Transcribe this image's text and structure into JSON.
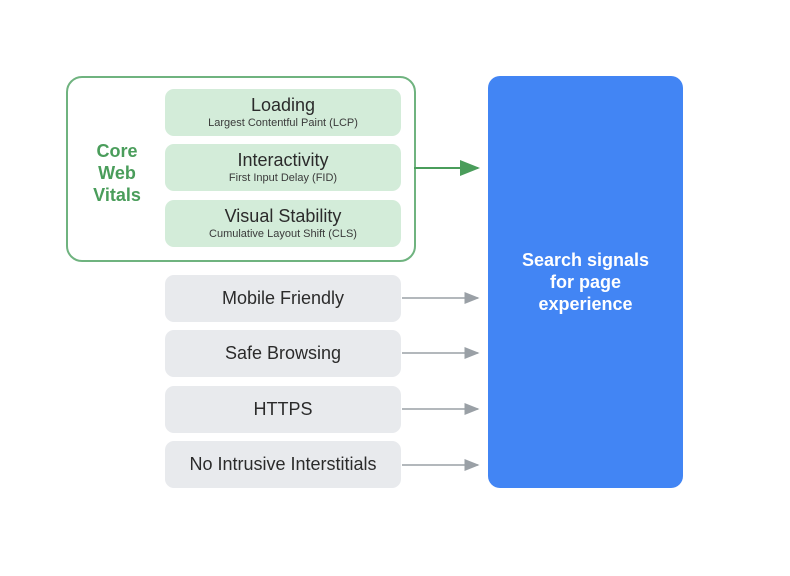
{
  "core_web_vitals": {
    "label_lines": [
      "Core",
      "Web",
      "Vitals"
    ],
    "color": "#4a9d5b",
    "metrics": [
      {
        "title": "Loading",
        "subtitle": "Largest Contentful Paint (LCP)"
      },
      {
        "title": "Interactivity",
        "subtitle": "First Input Delay (FID)"
      },
      {
        "title": "Visual Stability",
        "subtitle": "Cumulative Layout Shift (CLS)"
      }
    ]
  },
  "other_signals": [
    {
      "label": "Mobile Friendly"
    },
    {
      "label": "Safe Browsing"
    },
    {
      "label": "HTTPS"
    },
    {
      "label": "No Intrusive Interstitials"
    }
  ],
  "target": {
    "label_lines": [
      "Search signals",
      "for page",
      "experience"
    ],
    "color": "#4285f4"
  }
}
